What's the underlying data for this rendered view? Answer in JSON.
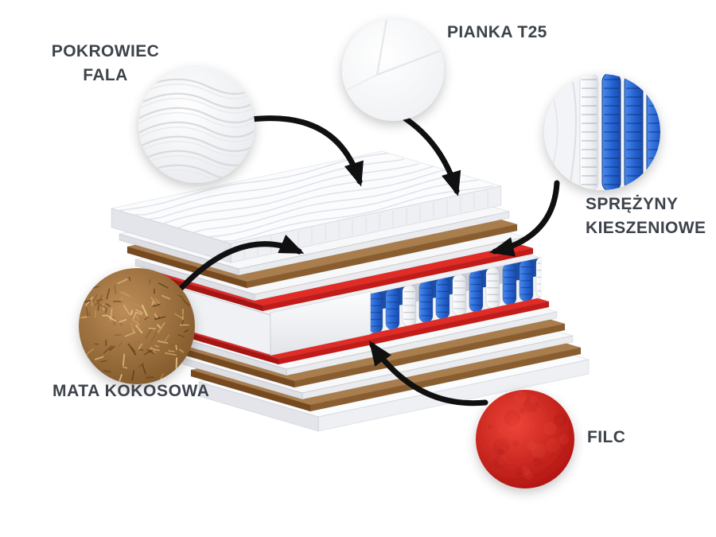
{
  "diagram": {
    "type": "mattress-cross-section-infographic",
    "background": "#ffffff"
  },
  "labels": {
    "cover": {
      "line1": "POKROWIEC",
      "line2": "FALA"
    },
    "foam": {
      "line1": "PIANKA T25"
    },
    "springs": {
      "line1": "SPRĘŻYNY",
      "line2": "KIESZENIOWE"
    },
    "coconut": {
      "line1": "MATA KOKOSOWA"
    },
    "felt": {
      "line1": "FILC"
    }
  },
  "colors": {
    "label_text": "#3d434b",
    "arrow": "#101010",
    "felt_red": "#d92323",
    "coconut_brown": "#a3773f",
    "spring_blue": "#2563d4",
    "fabric_white": "#f5f6f8"
  },
  "mattress": {
    "layers": [
      {
        "name": "pokrowiec-fala",
        "material": "cover"
      },
      {
        "name": "pianka-t25-top",
        "material": "foam"
      },
      {
        "name": "mata-kokosowa-upper",
        "material": "coconut"
      },
      {
        "name": "pianka-t25-upper-mid",
        "material": "foam"
      },
      {
        "name": "filc-upper",
        "material": "felt"
      },
      {
        "name": "sprezyny-kieszeniowe",
        "material": "springs"
      },
      {
        "name": "filc-lower",
        "material": "felt"
      },
      {
        "name": "pianka-t25-lower-mid",
        "material": "foam"
      },
      {
        "name": "mata-kokosowa-middle",
        "material": "coconut"
      },
      {
        "name": "pianka-t25-bottom",
        "material": "foam"
      },
      {
        "name": "mata-kokosowa-lower",
        "material": "coconut"
      },
      {
        "name": "pokrowiec-spod",
        "material": "cover"
      }
    ]
  },
  "swatches": {
    "cover": "wave-fabric-texture",
    "foam": "white-foam-texture",
    "springs": "pocket-springs-texture",
    "coconut": "coconut-fiber-texture",
    "felt": "red-felt-texture"
  }
}
